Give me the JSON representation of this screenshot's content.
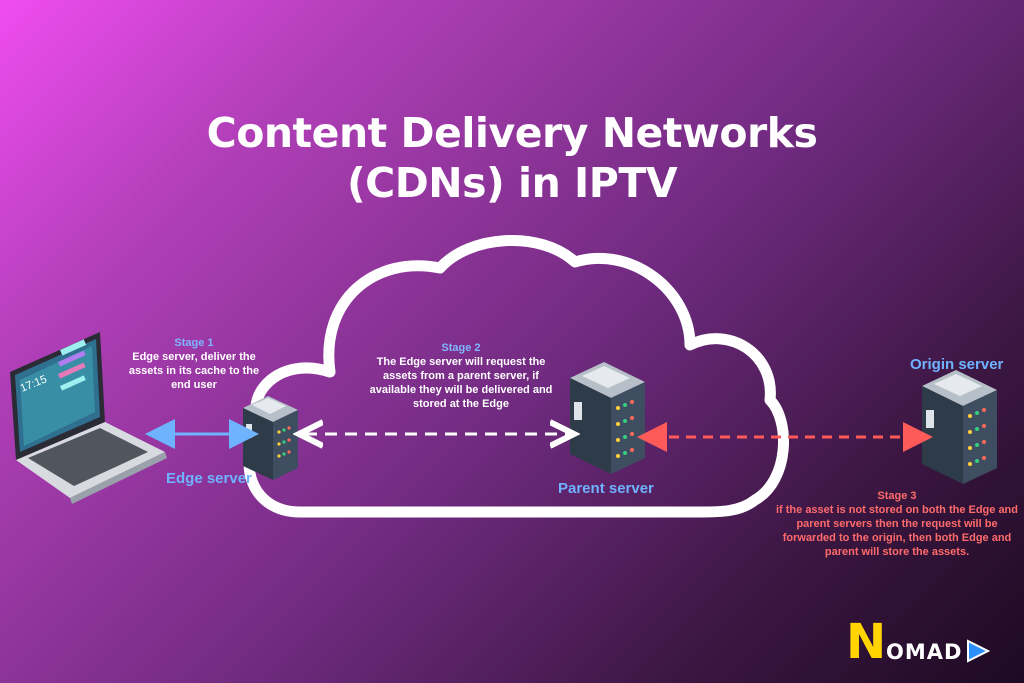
{
  "title": {
    "line1": "Content Delivery Networks",
    "line2": "(CDNs) in IPTV"
  },
  "stage1": {
    "heading": "Stage 1",
    "text": "Edge server, deliver the assets in its cache to the end user"
  },
  "stage2": {
    "heading": "Stage 2",
    "text": "The Edge server will request the assets from a parent server, if available they will be delivered and stored at the Edge"
  },
  "stage3": {
    "heading": "Stage 3",
    "text": "if the asset is not stored on both the Edge and parent servers then the request will be forwarded to the origin, then both Edge and parent will store the assets."
  },
  "nodes": {
    "edge": "Edge server",
    "parent": "Parent server",
    "origin": "Origin server"
  },
  "laptop": {
    "clock": "17:15"
  },
  "logo": {
    "letter": "N",
    "rest": "OMAD"
  },
  "colors": {
    "blue": "#6fb3ff",
    "red": "#ff5a5a",
    "server_body": "#3a4a5c",
    "cloud_stroke": "#ffffff",
    "logo_yellow": "#ffd400"
  }
}
